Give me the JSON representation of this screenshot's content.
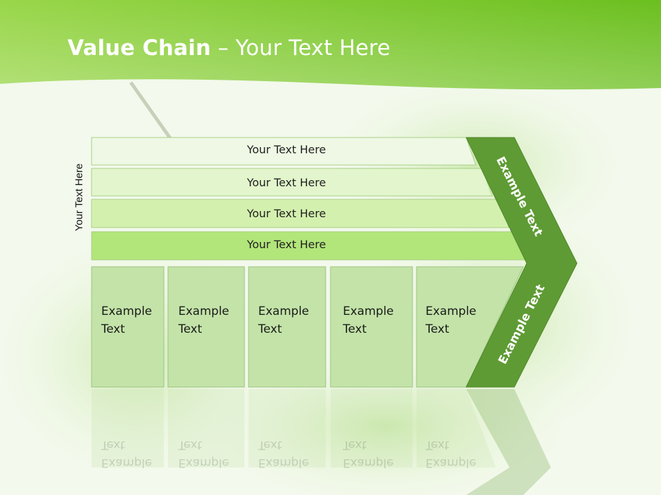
{
  "title": {
    "bold": "Value Chain",
    "rest": " – Your Text Here"
  },
  "side_label": "Your Text Here",
  "bars": [
    {
      "label": "Your Text Here"
    },
    {
      "label": "Your Text Here"
    },
    {
      "label": "Your Text Here"
    },
    {
      "label": "Your Text Here"
    }
  ],
  "columns": [
    {
      "line1": "Example",
      "line2": "Text"
    },
    {
      "line1": "Example",
      "line2": "Text"
    },
    {
      "line1": "Example",
      "line2": "Text"
    },
    {
      "line1": "Example",
      "line2": "Text"
    },
    {
      "line1": "Example",
      "line2": "Text"
    }
  ],
  "chevron": {
    "upper": "Example Text",
    "lower": "Example Text"
  },
  "colors": {
    "header_green": "#7dc62d",
    "bar_fills": [
      "#eef8e4",
      "#e2f5cc",
      "#d4f0ae",
      "#b2e57a"
    ],
    "column_fill": "#c3e3a8",
    "chevron_fill": "#5e9b34"
  }
}
